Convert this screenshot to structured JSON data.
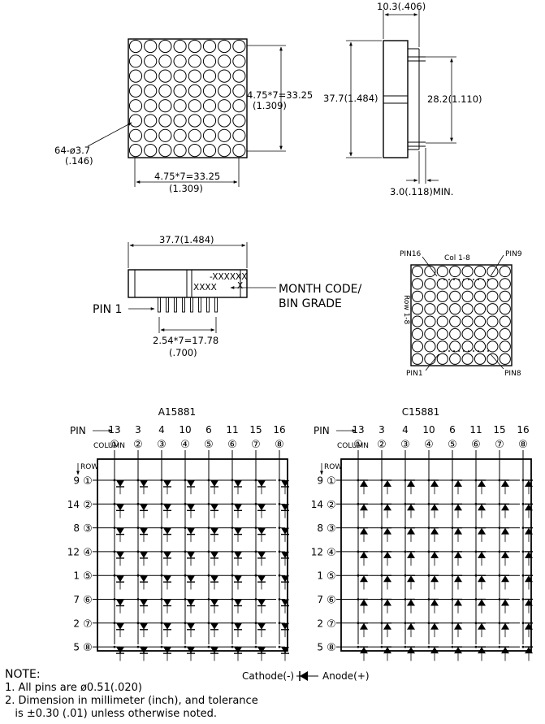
{
  "top": {
    "width_dim": "4.75*7=33.25",
    "width_dim_inch": "(1.309)",
    "height_dim": "4.75*7=33.25",
    "height_dim_inch": "(1.309)",
    "hole_dim": "64-ø3.7",
    "hole_dim_inch": "(.146)",
    "side_top_dim": "10.3(.406)",
    "side_height_dim": "37.7(1.484)",
    "side_pin_span_dim": "28.2(1.110)",
    "side_pin_len_dim": "3.0(.118)MIN."
  },
  "middle": {
    "length_dim": "37.7(1.484)",
    "code_text": "-XXXXXX",
    "code_x": "X",
    "code_xxxx": "XXXX",
    "month_code": "MONTH CODE/",
    "bin_grade": "BIN GRADE",
    "pin1_label": "PIN 1",
    "pitch_dim": "2.54*7=17.78",
    "pitch_dim_inch": "(.700)",
    "pin16": "PIN16",
    "pin9": "PIN9",
    "col_label": "Col 1-8",
    "row_label": "Row 1-8",
    "pin1": "PIN1",
    "pin8": "PIN8"
  },
  "schematics": [
    {
      "title": "A15881",
      "pin_label": "PIN",
      "column_label": "COLUMN",
      "row_label": "ROW",
      "column_pins": [
        "13",
        "3",
        "4",
        "10",
        "6",
        "11",
        "15",
        "16"
      ],
      "column_numbers": [
        "①",
        "②",
        "③",
        "④",
        "⑤",
        "⑥",
        "⑦",
        "⑧"
      ],
      "row_pins": [
        "9",
        "14",
        "8",
        "12",
        "1",
        "7",
        "2",
        "5"
      ],
      "row_numbers": [
        "①",
        "②",
        "③",
        "④",
        "⑤",
        "⑥",
        "⑦",
        "⑧"
      ],
      "diode_orientation": "down"
    },
    {
      "title": "C15881",
      "pin_label": "PIN",
      "column_label": "COLUMN",
      "row_label": "ROW",
      "column_pins": [
        "13",
        "3",
        "4",
        "10",
        "6",
        "11",
        "15",
        "16"
      ],
      "column_numbers": [
        "①",
        "②",
        "③",
        "④",
        "⑤",
        "⑥",
        "⑦",
        "⑧"
      ],
      "row_pins": [
        "9",
        "14",
        "8",
        "12",
        "1",
        "7",
        "2",
        "5"
      ],
      "row_numbers": [
        "①",
        "②",
        "③",
        "④",
        "⑤",
        "⑥",
        "⑦",
        "⑧"
      ],
      "diode_orientation": "up"
    }
  ],
  "legend": {
    "cathode": "Cathode(-)",
    "anode": "Anode(+)"
  },
  "notes": {
    "title": "NOTE:",
    "line1": "1. All pins are ø0.51(.020)",
    "line2": "2. Dimension in millimeter (inch), and tolerance",
    "line3": "   is ±0.30 (.01) unless otherwise noted."
  }
}
